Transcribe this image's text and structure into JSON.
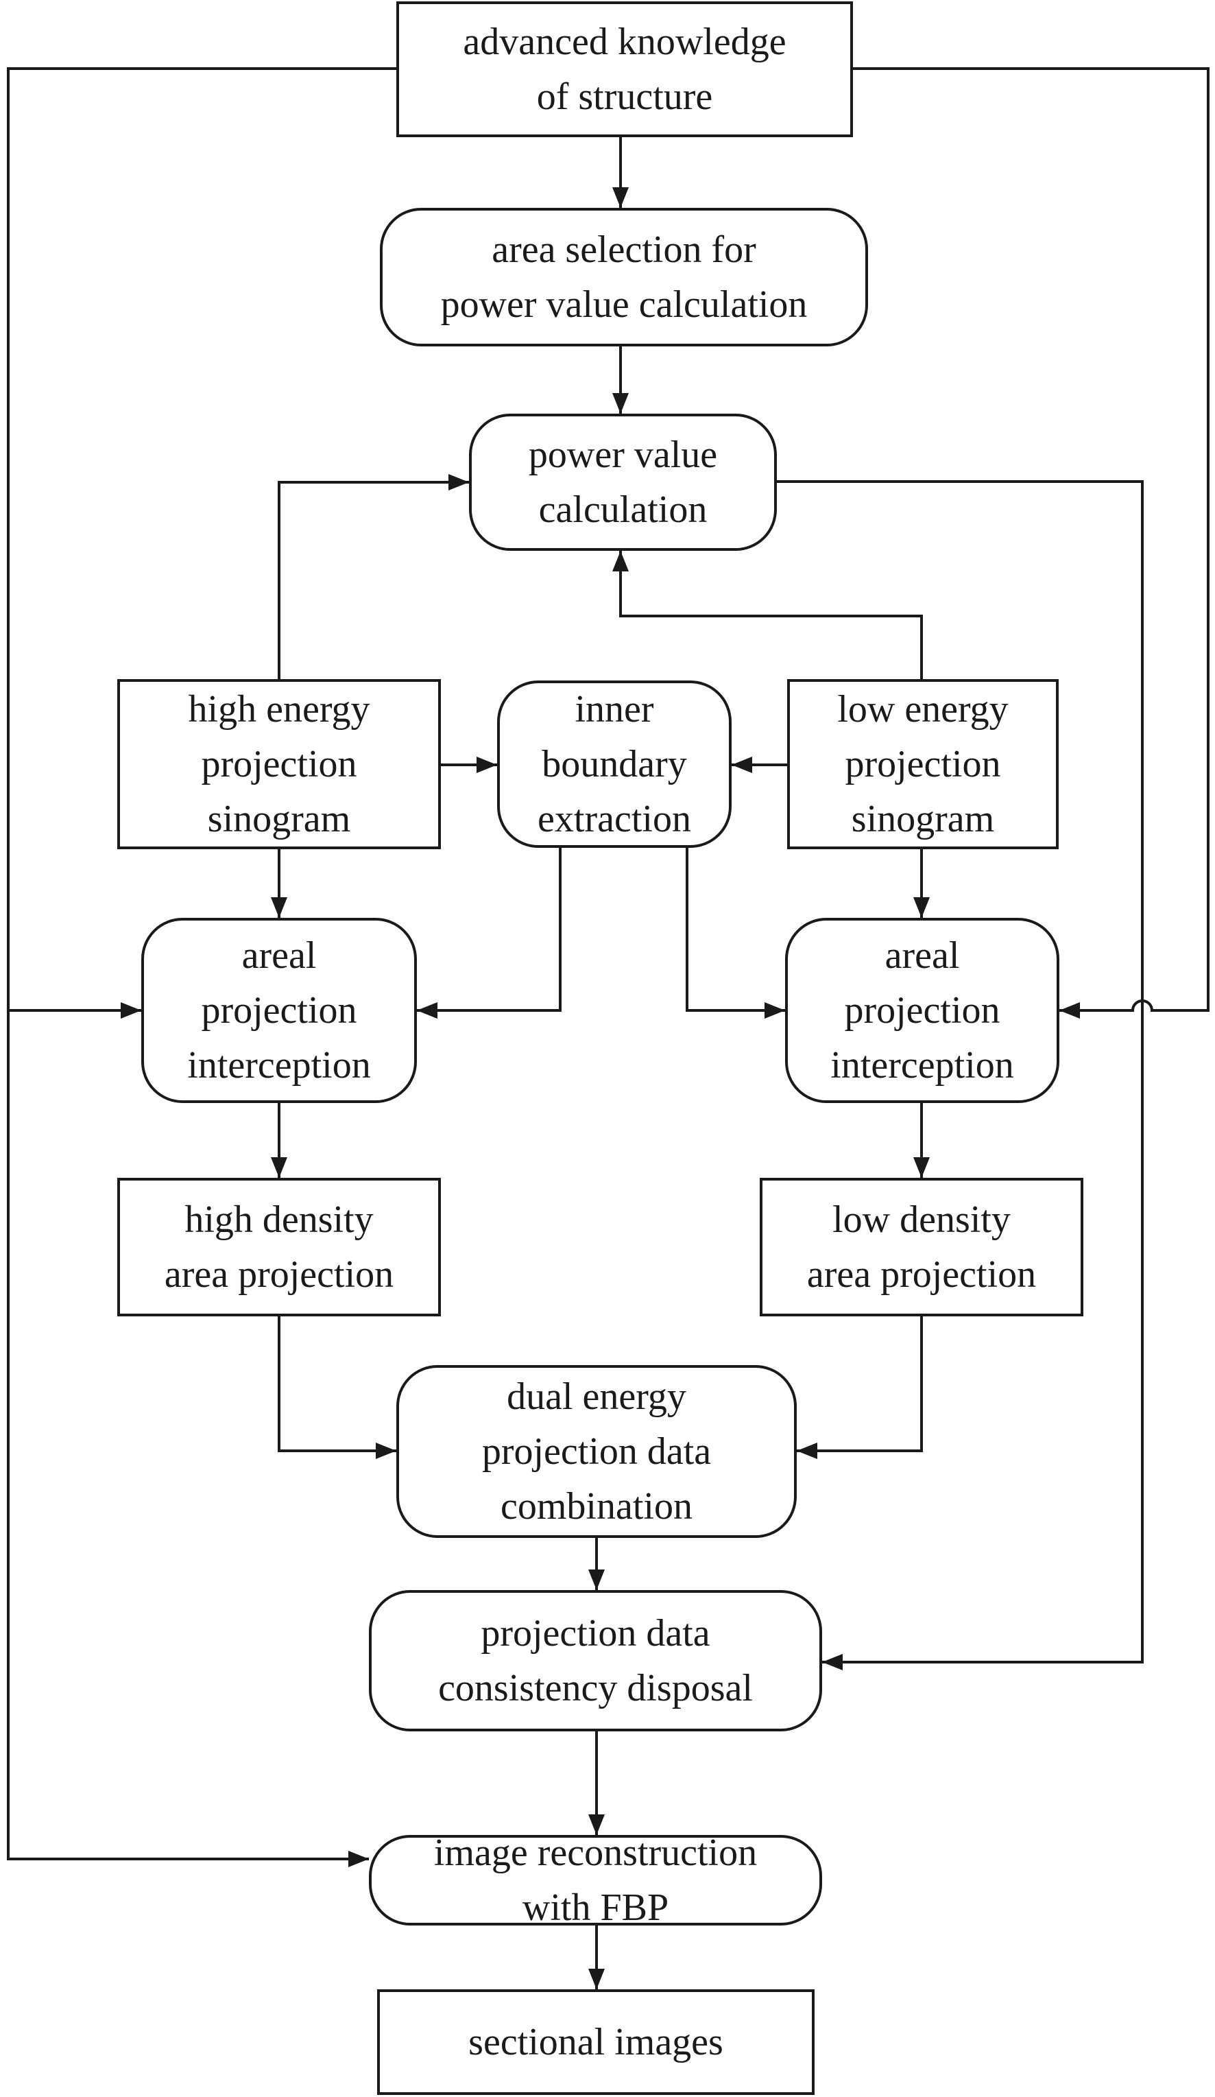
{
  "nodes": {
    "advanced_knowledge": {
      "lines": [
        "advanced knowledge",
        "of structure"
      ]
    },
    "area_selection": {
      "lines": [
        "area selection for",
        "power value calculation"
      ]
    },
    "power_value": {
      "lines": [
        "power value",
        "calculation"
      ]
    },
    "high_energy_sinogram": {
      "lines": [
        "high energy",
        "projection",
        "sinogram"
      ]
    },
    "inner_boundary": {
      "lines": [
        "inner",
        "boundary",
        "extraction"
      ]
    },
    "low_energy_sinogram": {
      "lines": [
        "low energy",
        "projection",
        "sinogram"
      ]
    },
    "areal_interception_left": {
      "lines": [
        "areal",
        "projection",
        "interception"
      ]
    },
    "areal_interception_right": {
      "lines": [
        "areal",
        "projection",
        "interception"
      ]
    },
    "high_density": {
      "lines": [
        "high density",
        "area projection"
      ]
    },
    "low_density": {
      "lines": [
        "low density",
        "area projection"
      ]
    },
    "dual_energy": {
      "lines": [
        "dual energy",
        "projection data",
        "combination"
      ]
    },
    "consistency": {
      "lines": [
        "projection data",
        "consistency disposal"
      ]
    },
    "reconstruction": {
      "lines": [
        "image reconstruction",
        "with FBP"
      ]
    },
    "sectional": {
      "lines": [
        "sectional images"
      ]
    }
  },
  "edges": [
    {
      "from": "advanced_knowledge",
      "to": "area_selection"
    },
    {
      "from": "area_selection",
      "to": "power_value"
    },
    {
      "from": "high_energy_sinogram",
      "to": "power_value"
    },
    {
      "from": "low_energy_sinogram",
      "to": "power_value"
    },
    {
      "from": "high_energy_sinogram",
      "to": "inner_boundary"
    },
    {
      "from": "low_energy_sinogram",
      "to": "inner_boundary"
    },
    {
      "from": "high_energy_sinogram",
      "to": "areal_interception_left"
    },
    {
      "from": "inner_boundary",
      "to": "areal_interception_left"
    },
    {
      "from": "inner_boundary",
      "to": "areal_interception_right"
    },
    {
      "from": "low_energy_sinogram",
      "to": "areal_interception_right"
    },
    {
      "from": "advanced_knowledge",
      "to": "areal_interception_left"
    },
    {
      "from": "advanced_knowledge",
      "to": "areal_interception_right"
    },
    {
      "from": "advanced_knowledge",
      "to": "reconstruction"
    },
    {
      "from": "areal_interception_left",
      "to": "high_density"
    },
    {
      "from": "areal_interception_right",
      "to": "low_density"
    },
    {
      "from": "high_density",
      "to": "dual_energy"
    },
    {
      "from": "low_density",
      "to": "dual_energy"
    },
    {
      "from": "dual_energy",
      "to": "consistency"
    },
    {
      "from": "power_value",
      "to": "consistency"
    },
    {
      "from": "consistency",
      "to": "reconstruction"
    },
    {
      "from": "reconstruction",
      "to": "sectional"
    }
  ]
}
